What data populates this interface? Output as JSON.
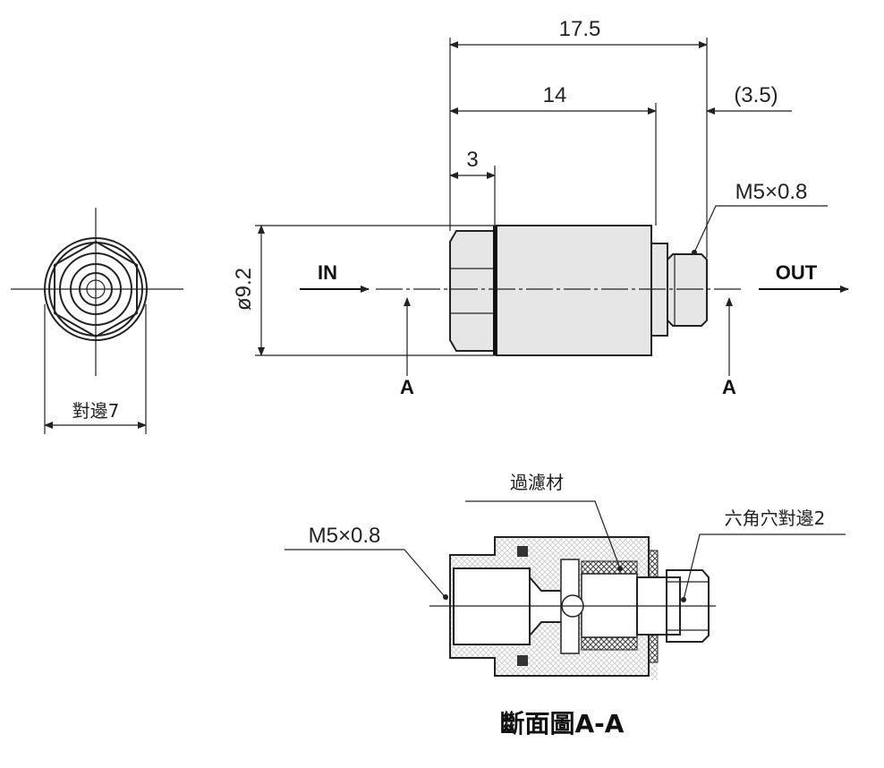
{
  "dimensions": {
    "overall": "17.5",
    "body": "14",
    "thread_length": "(3.5)",
    "nut": "3",
    "diameter": "ø9.2",
    "across_flats": "對邊7"
  },
  "labels": {
    "in": "IN",
    "out": "OUT",
    "section_a_left": "A",
    "section_a_right": "A",
    "thread_side": "M5×0.8",
    "thread_section": "M5×0.8",
    "filter": "過濾材",
    "hex_socket": "六角穴對邊2"
  },
  "title": "斷面圖A-A"
}
